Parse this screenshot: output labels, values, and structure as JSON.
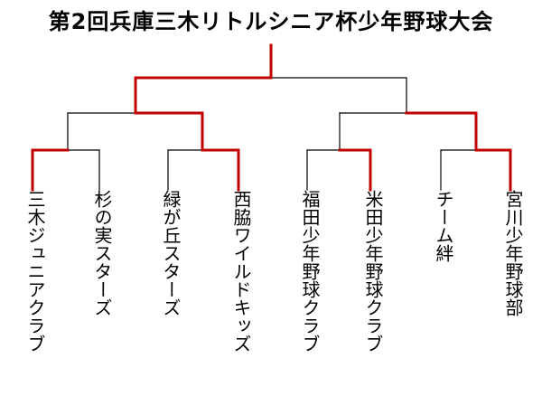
{
  "title": "第2回兵庫三木リトルシニア杯少年野球大会",
  "colors": {
    "winner_line": "#c00000",
    "plain_line": "#000000"
  },
  "teams": [
    "三木ジュニアクラブ",
    "杉の実スターズ",
    "緑が丘スターズ",
    "西脇ワイルドキッズ",
    "福田少年野球クラブ",
    "米田少年野球クラブ",
    "チーム絆",
    "宮川少年野球部"
  ]
}
